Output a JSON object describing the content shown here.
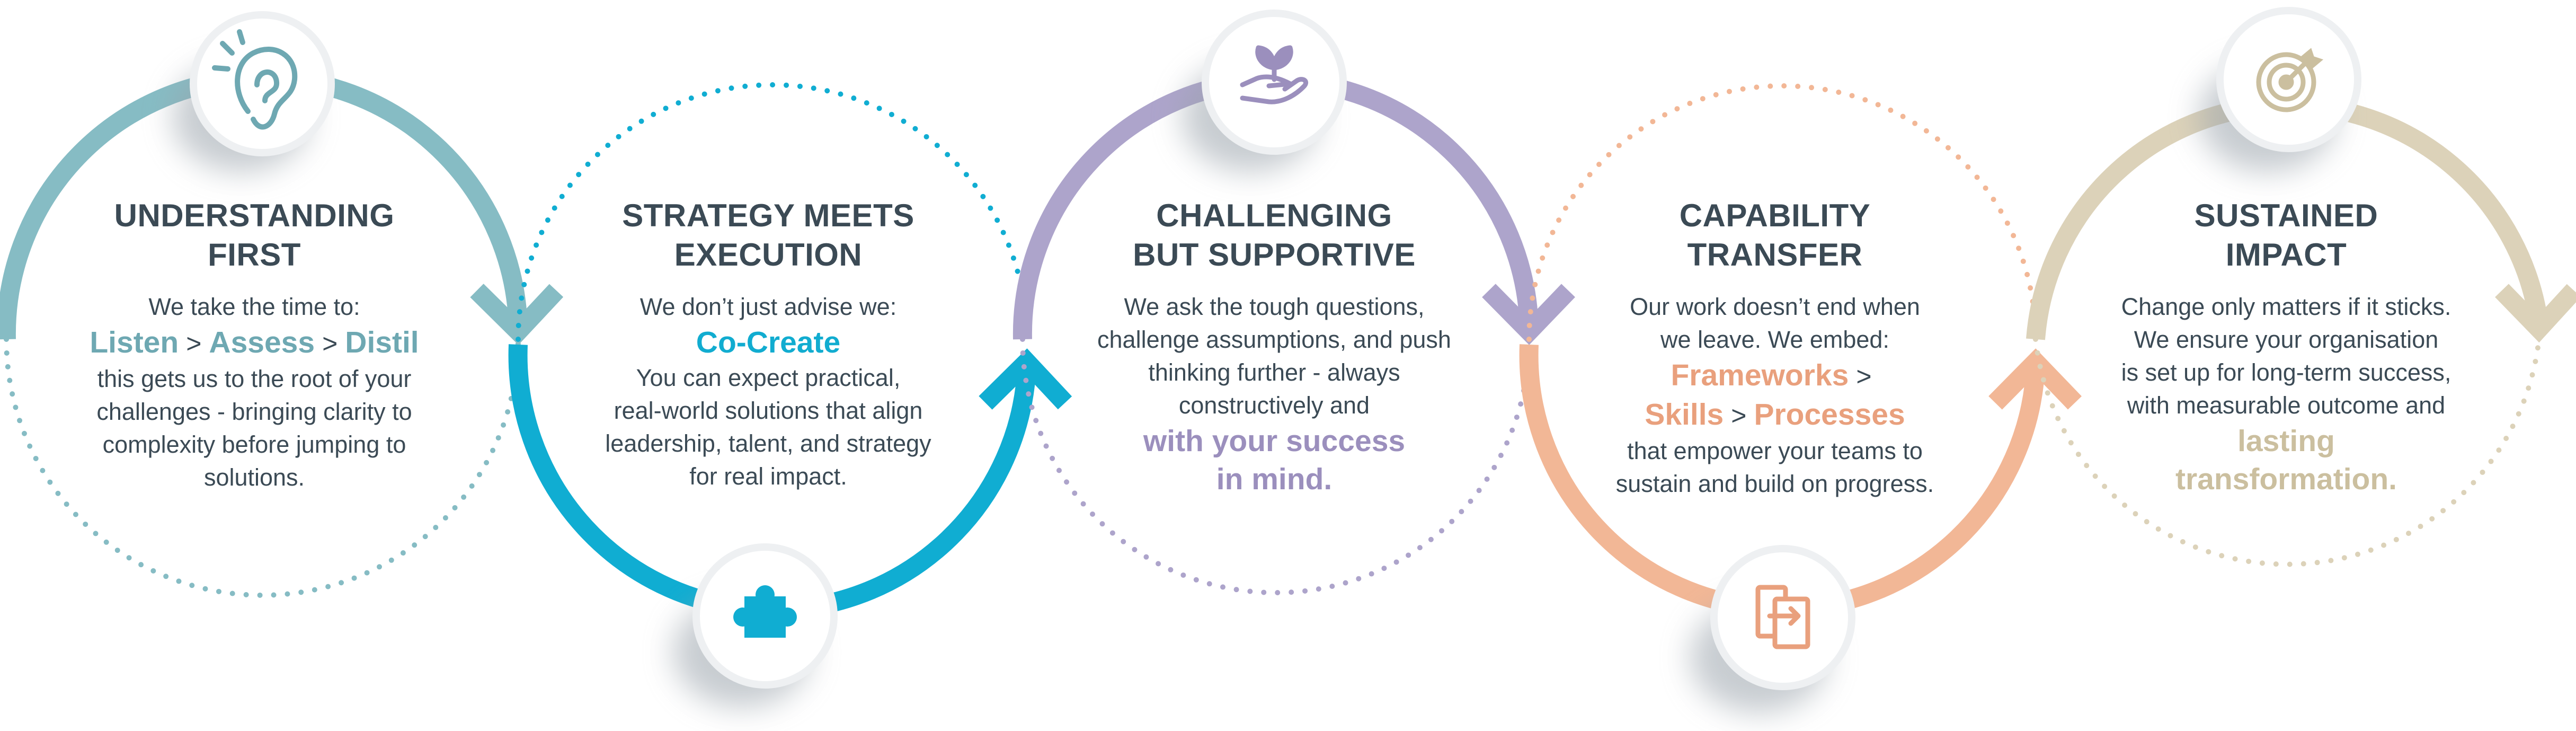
{
  "colors": {
    "teal": "#86bcc4",
    "cyan": "#10add2",
    "purple": "#ada4cb",
    "peach": "#f2b796",
    "sand": "#dcd2b9",
    "title_text": "#3b4a55"
  },
  "steps": [
    {
      "icon": "ear-icon",
      "title_lines": [
        "UNDERSTANDING",
        "FIRST"
      ],
      "intro": "We take the time to:",
      "highlights": [
        "Listen",
        "Assess",
        "Distil"
      ],
      "body_lines": [
        "this gets us to the root of your",
        "challenges - bringing clarity to",
        "complexity before jumping to",
        "solutions."
      ]
    },
    {
      "icon": "puzzle-piece-icon",
      "title_lines": [
        "STRATEGY MEETS",
        "EXECUTION"
      ],
      "intro": "We don’t just advise we:",
      "highlights": [
        "Co-Create"
      ],
      "body_lines": [
        "You can expect practical,",
        "real-world solutions that align",
        "leadership, talent, and strategy",
        "for real impact."
      ]
    },
    {
      "icon": "hand-plant-icon",
      "title_lines": [
        "CHALLENGING",
        "BUT SUPPORTIVE"
      ],
      "intro_lines": [
        "We ask the tough questions,",
        "challenge assumptions, and push",
        "thinking further -  always",
        "constructively and"
      ],
      "highlight_lines": [
        "with your success",
        "in mind."
      ]
    },
    {
      "icon": "transfer-document-icon",
      "title_lines": [
        "CAPABILITY",
        "TRANSFER"
      ],
      "intro_lines": [
        "Our work doesn’t end when",
        "we leave. We embed:"
      ],
      "highlights": [
        "Frameworks",
        "Skills",
        "Processes"
      ],
      "body_lines": [
        "that empower your teams to",
        "sustain and build on progress."
      ]
    },
    {
      "icon": "target-icon",
      "title_lines": [
        "SUSTAINED",
        "IMPACT"
      ],
      "intro_lines": [
        "Change only matters if it sticks.",
        "We ensure your organisation",
        "is set up for long-term success,",
        "with measurable outcome and"
      ],
      "highlight_lines": [
        "lasting",
        "transformation."
      ]
    }
  ]
}
